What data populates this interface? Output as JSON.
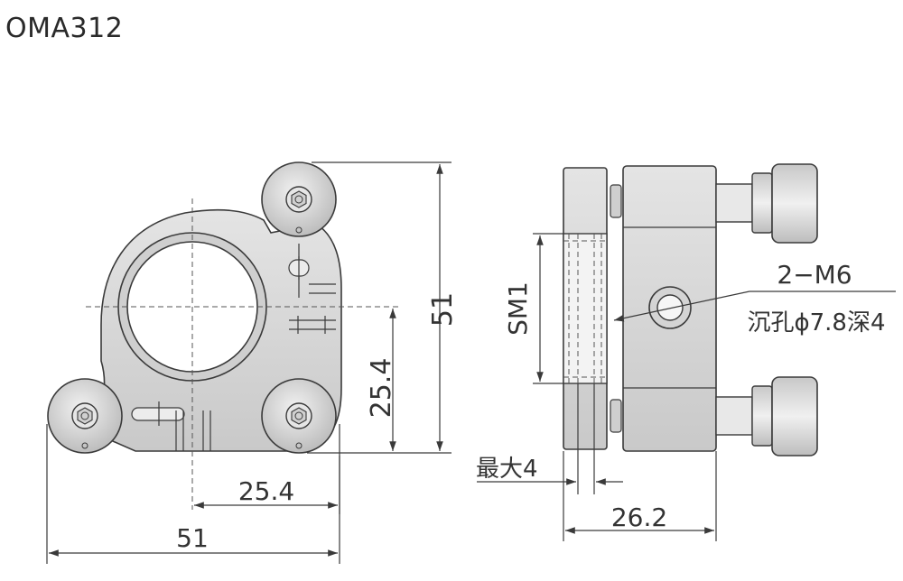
{
  "title": "OMA312",
  "front_view": {
    "dim_total_width": "51",
    "dim_half_width": "25.4",
    "dim_total_height": "51",
    "dim_half_height": "25.4"
  },
  "side_view": {
    "dim_sm1": "SM1",
    "dim_max": "最大4",
    "dim_depth": "26.2",
    "callout_thread": "2−M6",
    "callout_counterbore": "沉孔ϕ7.8深4"
  },
  "colors": {
    "body_fill": "#d9d9d9",
    "body_light": "#ececec",
    "line": "#3a3a3a"
  }
}
